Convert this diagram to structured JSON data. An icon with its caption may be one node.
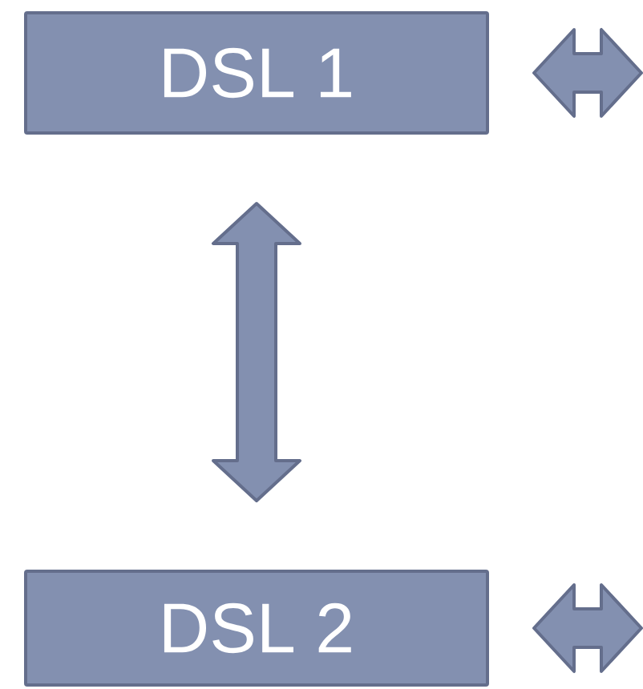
{
  "diagram": {
    "nodes": [
      {
        "text": [
          "DSL 1"
        ]
      },
      {
        "text": [
          "DSL 2"
        ]
      }
    ],
    "edges": [
      {
        "from": 0,
        "to": 1,
        "arrow": "both"
      },
      {
        "from": 0,
        "to": null,
        "arrow": "both"
      },
      {
        "from": 1,
        "to": null,
        "arrow": "both"
      }
    ]
  }
}
